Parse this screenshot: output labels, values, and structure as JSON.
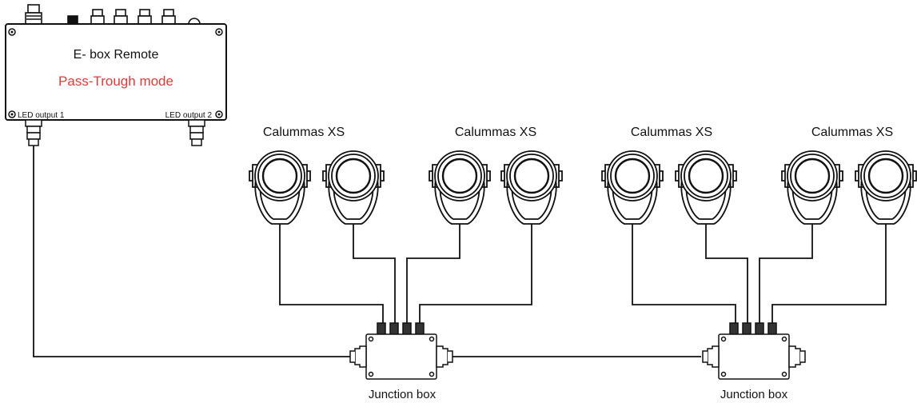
{
  "ebox": {
    "title": "E- box Remote",
    "mode": "Pass-Trough mode",
    "output1_label": "LED output 1",
    "output2_label": "LED output 2"
  },
  "fixture_groups": [
    {
      "label": "Calummas XS"
    },
    {
      "label": "Calummas XS"
    },
    {
      "label": "Calummas XS"
    },
    {
      "label": "Calummas XS"
    }
  ],
  "junction_boxes": [
    {
      "label": "Junction box"
    },
    {
      "label": "Junction box"
    }
  ],
  "colors": {
    "line": "#111111",
    "mode_text": "#e03a3a"
  }
}
